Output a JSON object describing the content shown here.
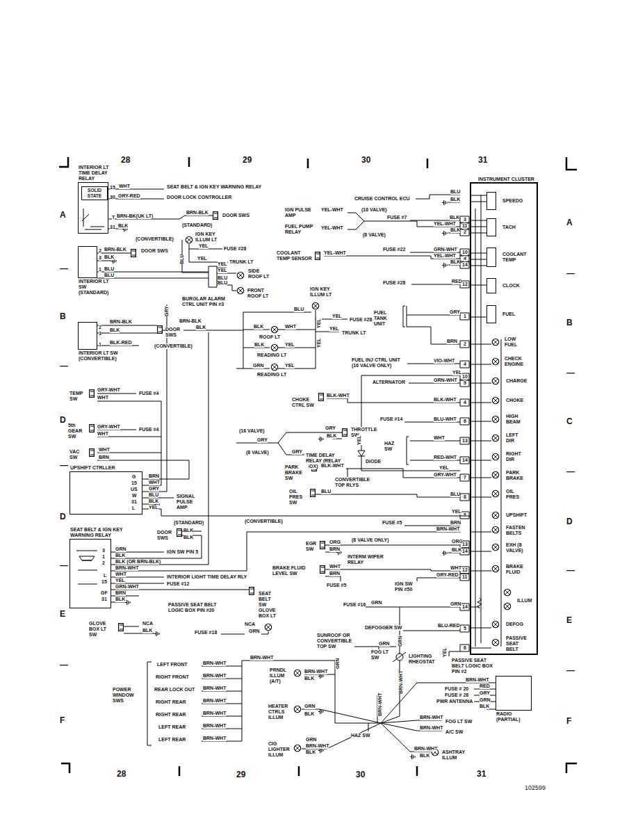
{
  "diagram": {
    "nodes": [
      {
        "text": [
          "INTERIOR LT TIME DELAY RELAY"
        ]
      },
      {
        "text": [
          "SOLID STATE"
        ],
        "in": 0
      },
      {
        "text": [
          "INTERIOR LT SW (STANDARD)"
        ]
      },
      {
        "text": [
          "INTERIOR LT SW (CONVERTIBLE)"
        ]
      },
      {
        "text": [
          "UPSHIFT CTRLLER"
        ]
      },
      {
        "text": [
          "SEAT BELT & IGN KEY WARNING RELAY"
        ]
      },
      {
        "text": [
          "INSTRUMENT CLUSTER"
        ]
      },
      {
        "text": [
          "SPEEDO"
        ],
        "in": 6
      },
      {
        "text": [
          "TACH"
        ],
        "in": 6
      },
      {
        "text": [
          "COOLANT TEMP"
        ],
        "in": 6
      },
      {
        "text": [
          "CLOCK"
        ],
        "in": 6
      },
      {
        "text": [
          "FUEL"
        ],
        "in": 6
      },
      {
        "text": [
          "RADIO (PARTIAL)"
        ]
      }
    ],
    "edges": [
      {
        "from": 4,
        "to": 6,
        "arrow": "none"
      }
    ],
    "labels": [
      "15",
      "WHT",
      "30",
      "GRY-RED",
      "SEAT BELT & IGN KEY WARNING RELAY",
      "DOOR LOCK CONTROLLER",
      "T",
      "BRN-BK(UK LT)",
      "31",
      "BLK",
      "BRN-BLK",
      "DOOR SWS",
      "(STANDARD)",
      "(CONVERTIBLE)",
      "IGN KEY ILLUM LT",
      "YEL",
      "FUSE #28",
      "BLU",
      "YEL",
      "TRUNK LT",
      "2",
      "BRN-BLK",
      "DOOR SWS",
      "3",
      "BLK",
      "1",
      "BLU",
      "BLU",
      "YEL",
      "YEL",
      "BLU",
      "BLU",
      "SIDE ROOF LT",
      "FRONT ROOF LT",
      "BURGLAR ALARM CTRL UNIT PIN #3",
      "GRY",
      "BRN-BLK",
      "2",
      "BRN-BLK",
      "3",
      "BLK",
      "1",
      "BLK-RED",
      "DOOR SWS",
      "(CONVERTIBLE)",
      "BLK",
      "BLU",
      "IGN KEY ILLUM LT",
      "YEL",
      "FUSE #28",
      "YEL",
      "TRUNK LT",
      "YEL",
      "BLK",
      "WHT",
      "ROOF LT",
      "BLK",
      "YEL",
      "READING LT",
      "YEL",
      "GRN",
      "YEL",
      "READING LT",
      "TEMP SW",
      "GRY-WHT",
      "WHT",
      "FUSE #4",
      "5th GEAR SW",
      "GRY-WHT",
      "WHT",
      "FUSE #4",
      "VAC SW",
      "WHT",
      "BRN",
      "G",
      "15",
      "US",
      "W",
      "31",
      "L",
      "BRN",
      "WHT",
      "GRY",
      "BLU",
      "BLK",
      "YEL",
      "SIGNAL PULSE AMP",
      "(STANDARD)",
      "(CONVERTIBLE)",
      "DOOR SWS",
      "BLK",
      "BLK",
      "3",
      "GRN",
      "IGN SW PIN 5",
      "1",
      "BLK",
      "2",
      "BLK (OR BRN-BLK)",
      "BRN-WHT",
      "L",
      "WHT",
      "INTERIOR LIGHT TIME DELAY RLY",
      "15",
      "YEL",
      "FUSE #12",
      "GRN-WHT",
      "GF",
      "BRN",
      "31",
      "BLK",
      "SEAT BELT SW",
      "PASSIVE SEAT BELT LOGIC BOX PIN #20",
      "GLOVE BOX LT SW",
      "NCA",
      "BLK",
      "FUSE #18",
      "NCA",
      "GRN",
      "GLOVE BOX LT",
      "POWER WINDOW SWS",
      "LEFT FRONT",
      "BRN-WHT",
      "RIGHT FRONT",
      "BRN-WHT",
      "REAR LOCK OUT",
      "BRN-WHT",
      "RIGHT REAR",
      "BRN-WHT",
      "RIGHT REAR",
      "BRN-WHT",
      "LEFT REAR",
      "BRN-WHT",
      "LEFT REAR",
      "BRN-WHT",
      "BRN-WHT",
      "CRUISE CONTROL ECU",
      "BLU",
      "BLK",
      "IGN PULSE AMP",
      "YEL-WHT",
      "(16 VALVE)",
      "FUSE #7",
      "BLK",
      "3",
      "YEL-WHT",
      "11",
      "BLK",
      "2",
      "FUEL PUMP RELAY",
      "YEL-WHT",
      "(8 VALVE)",
      "COOLANT TEMP SENSOR",
      "YEL-WHT",
      "FUSE #22",
      "GRN-WHT",
      "10",
      "YEL-WHT",
      "4",
      "BLK",
      "14",
      "FUSE #28",
      "RED",
      "12",
      "FUEL TANK UNIT",
      "GRY",
      "1",
      "BRN",
      "2",
      "LOW FUEL",
      "FUEL INJ CTRL UNIT (16 VALVE ONLY)",
      "VIO-WHT",
      "4",
      "CHECK ENGINE",
      "YEL",
      "10",
      "ALTERNATOR",
      "GRN-WHT",
      "9",
      "CHARGE",
      "CHOKE CTRL SW",
      "BLK-WHT",
      "BLK-WHT",
      "4",
      "CHOKE",
      "FUSE #14",
      "BLU-WHT",
      "6",
      "HIGH BEAM",
      "GRY",
      "BLK",
      "THROTTLE SW",
      "(16 VALVE)",
      "GRY",
      "(8 VALVE)",
      "GRY",
      "TIME DELAY RELAY (RELAY BOX)",
      "YEL",
      "HAZ SW",
      "WHT",
      "13",
      "LEFT DIR",
      "DIODE",
      "RED-WHT",
      "14",
      "RIGHT DIR",
      "BLK-WHT",
      "PARK BRAKE SW",
      "CONVERTIBLE TOP RLYS",
      "YEL",
      "GRY-WHT",
      "7",
      "PARK BRAKE",
      "OIL PRES SW",
      "BLU",
      "BLU",
      "8",
      "OIL PRES",
      "YEL",
      "8",
      "UPSHIFT",
      "FUSE #5",
      "BRN",
      "BRN-WHT",
      "FASTEN BELTS",
      "(8 VALVE ONLY)",
      "ORG",
      "BRN",
      "EGR SW",
      "ORG",
      "13",
      "BLK",
      "14",
      "EXH (8 VALVE)",
      "INTERM WIPER RELAY",
      "WHT",
      "BRN",
      "BRAKE FLUID LEVEL SW",
      "WHT",
      "12",
      "GRY-RED",
      "11",
      "BRAKE FLUID",
      "FUSE #5",
      "IGN SW PIN #50",
      "FUSE #16",
      "GRN",
      "GRN",
      "14",
      "ILLUM",
      "DEFOGGER SW",
      "BLU-RED",
      "5",
      "DEFOG",
      "6",
      "PASSIVE SEAT BELT",
      "YEL",
      "PASSIVE SEAT BELT LOGIC BOX PIN #2",
      "SUNROOF OR CONVERTIBLE TOP SW",
      "GRN",
      "GRN",
      "FOG LT SW",
      "LIGHTING RHEOSTAT",
      "GRN",
      "PRNDL ILLUM (A/T)",
      "BRN-WHT",
      "BLK",
      "HEATER CTRLS ILLUM",
      "GRN",
      "BLK",
      "BRN-WHT",
      "BRN-WHT",
      "HAZ SW",
      "CIG LIGHTER ILLUM",
      "GRN",
      "BRN-WHT",
      "BLK",
      "BRN-WHT",
      "RED",
      "FUSE # 20",
      "GRY",
      "FUSE # 28",
      "GRN",
      "PWR ANTENNA",
      "BLK",
      "BRN-WHT",
      "FOG LT SW",
      "BRN-WHT",
      "A/C SW",
      "BRN-WHT",
      "BLK",
      "ASHTRAY ILLUM",
      "28",
      "29",
      "30",
      "31",
      "28",
      "29",
      "30",
      "31",
      "A",
      "—",
      "B",
      "—",
      "D",
      "—",
      "D",
      "—",
      "E",
      "—",
      "F",
      "A",
      "—",
      "B",
      "—",
      "C",
      "—",
      "D",
      "—",
      "E",
      "—",
      "F",
      "102599"
    ]
  }
}
